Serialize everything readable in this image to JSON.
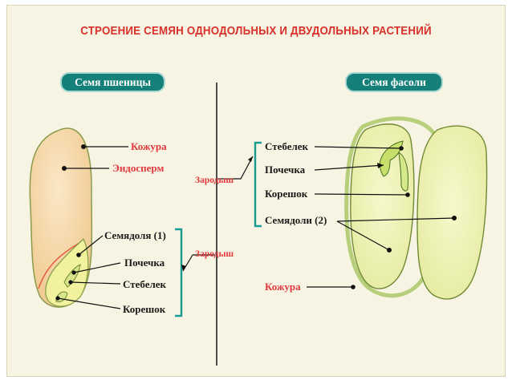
{
  "title": "СТРОЕНИЕ СЕМЯН ОДНОДОЛЬНЫХ И ДВУДОЛЬНЫХ РАСТЕНИЙ",
  "wheat": {
    "heading": "Семя пшеницы",
    "labels": {
      "kozhura": "Кожура",
      "endosperm": "Эндосперм",
      "semyadolya": "Семядоля (1)",
      "pochechka": "Почечка",
      "stebelek": "Стебелек",
      "koreshok": "Корешок"
    }
  },
  "center": {
    "zarodysh_top": "Зародыш",
    "zarodysh_bottom": "Зародыш"
  },
  "bean": {
    "heading": "Семя фасоли",
    "labels": {
      "stebelek": "Стебелек",
      "pochechka": "Почечка",
      "koreshok": "Корешок",
      "semyadoli": "Семядоли (2)",
      "kozhura": "Кожура"
    }
  },
  "colors": {
    "title": "#d8312b",
    "pill": "#157f79",
    "label_red": "#e0393e",
    "bracket": "#1a9b91",
    "endosperm": "#f7d8a8",
    "embryo": "#f3f2a4",
    "bean_cotyledon": "#f1f2b6",
    "bean_rim": "#a8c86a"
  }
}
